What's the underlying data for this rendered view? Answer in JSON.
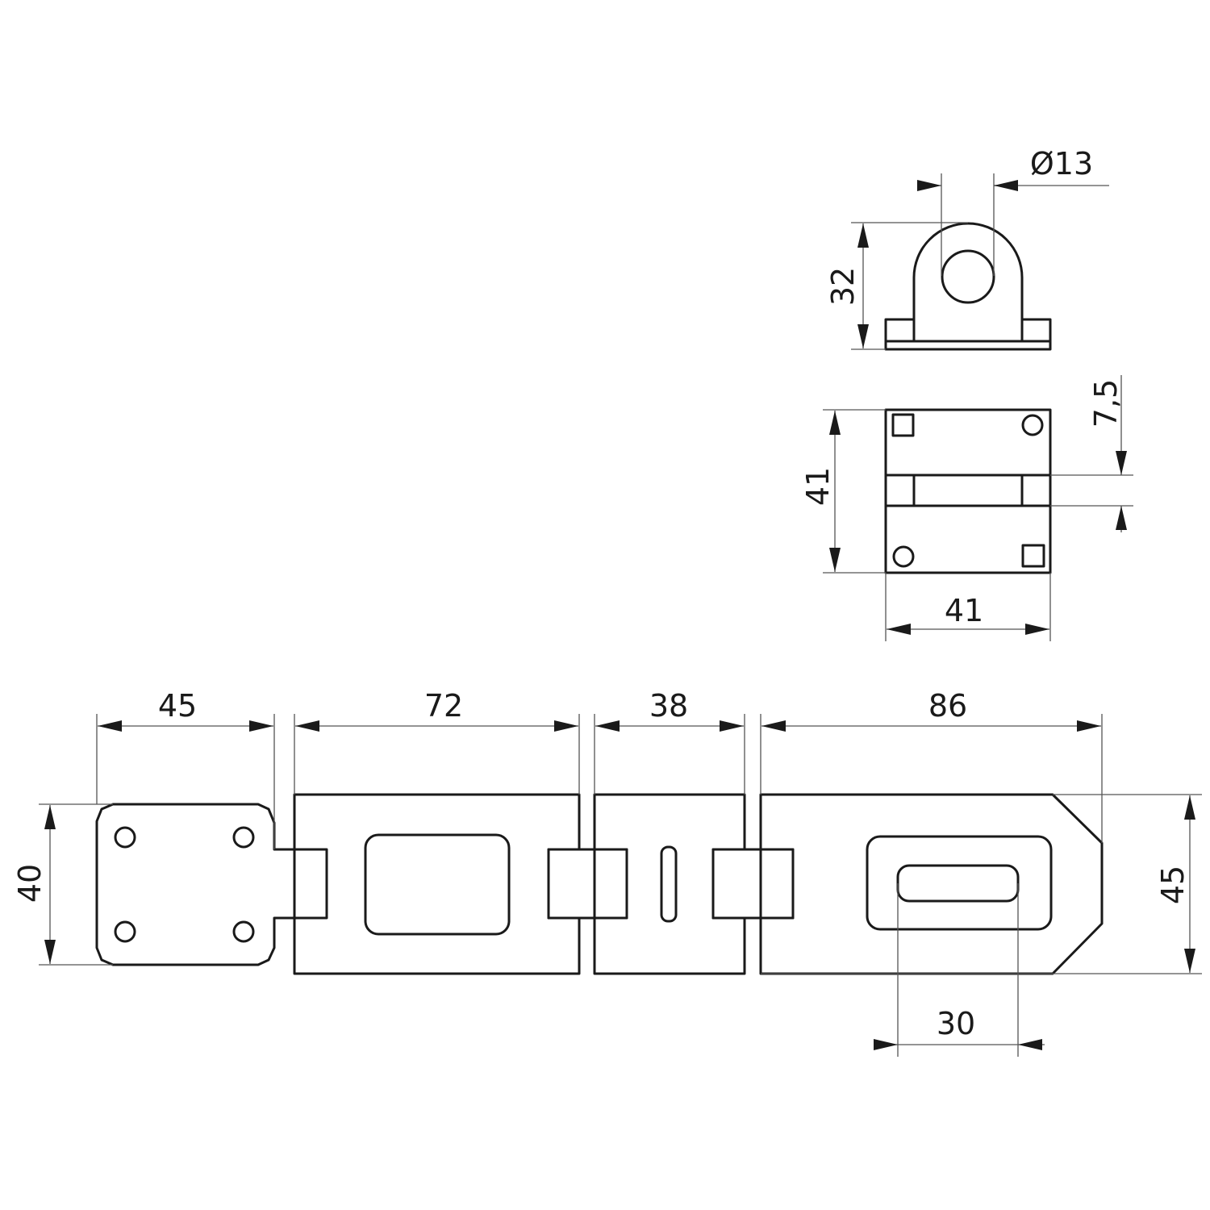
{
  "drawing": {
    "bracket_front_view": {
      "hole_diameter": "Ø13",
      "height": "32"
    },
    "bracket_plan_view": {
      "height": "41",
      "width": "41",
      "band_width": "7,5"
    },
    "hasp_side_view": {
      "plate_width": "45",
      "segment_1_length": "72",
      "segment_2_length": "38",
      "segment_3_length": "86",
      "plate_height": "40",
      "hasp_height": "45",
      "slot_width": "30"
    }
  },
  "colors": {
    "line": "#1a1a1a",
    "dimension": "#555555",
    "background": "#ffffff"
  }
}
